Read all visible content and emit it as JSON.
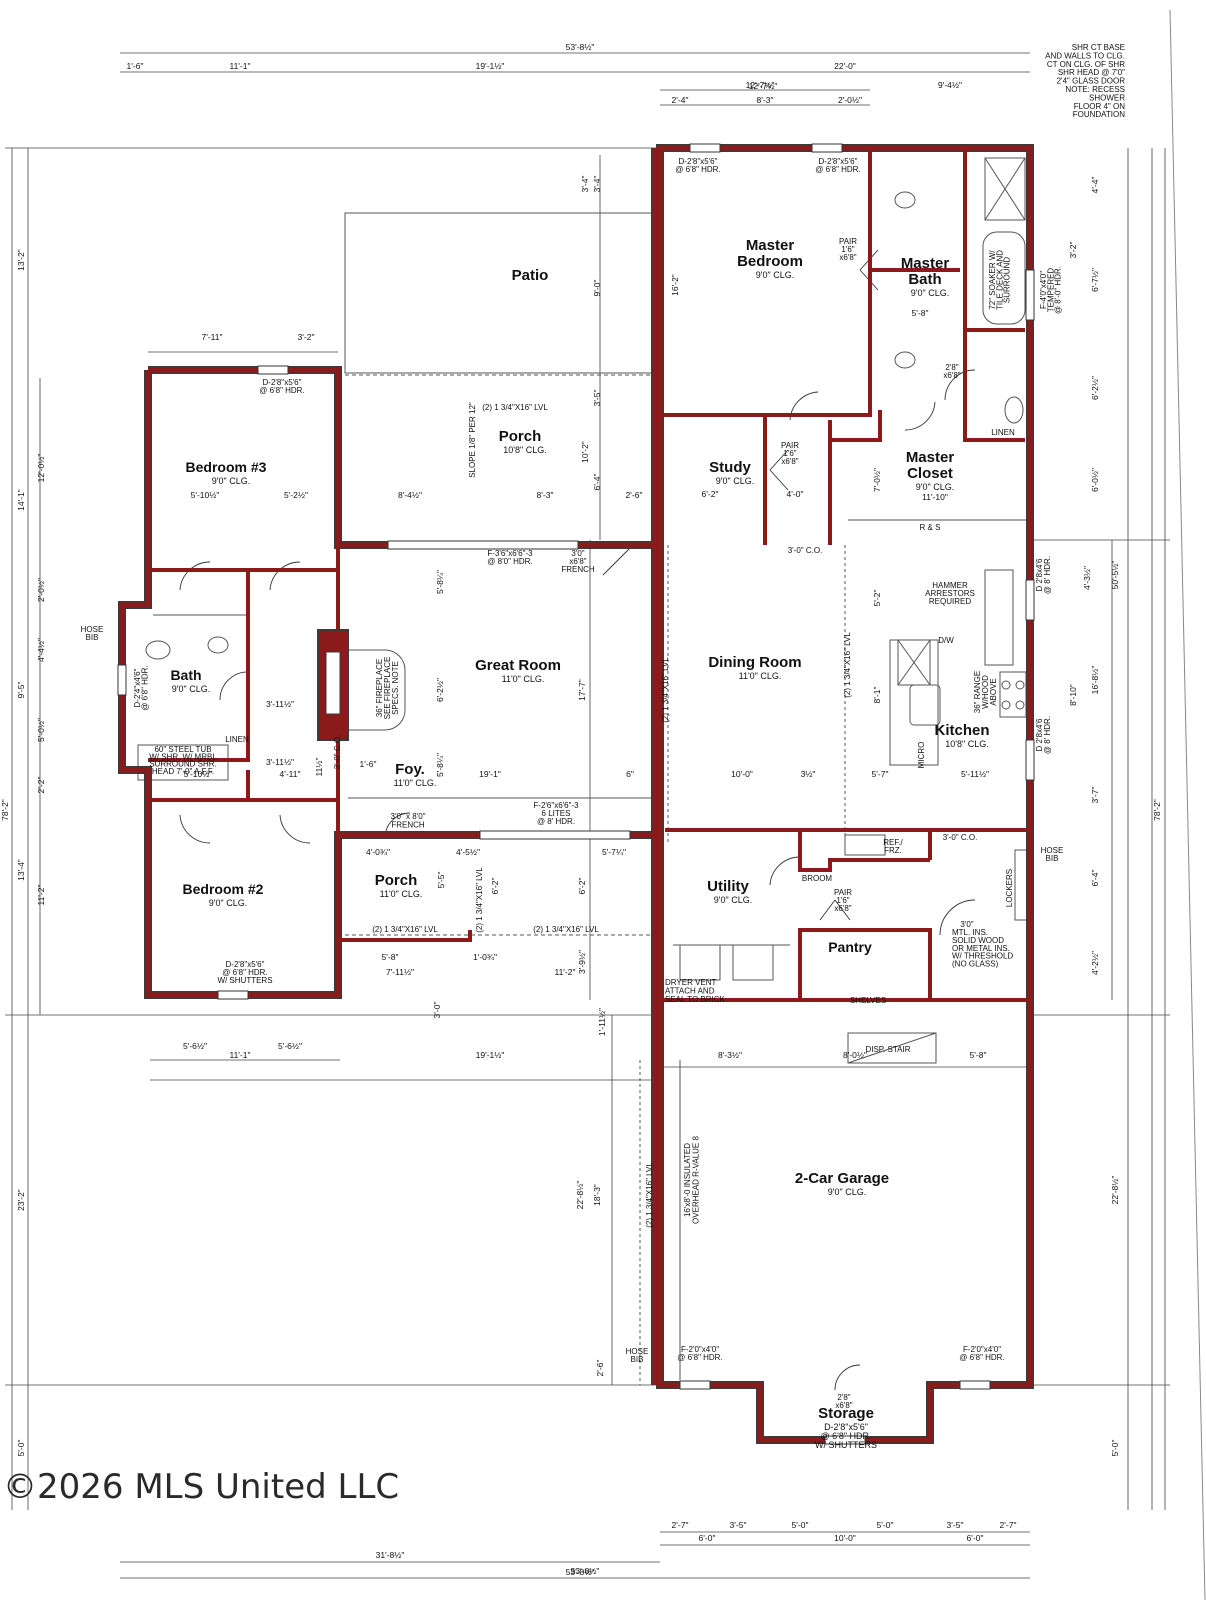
{
  "overall": {
    "width_top": "53'-8½\"",
    "width_bottom": "53'-8½\"",
    "depth_left": "78'-2\"",
    "depth_right": "78'-2\""
  },
  "dims_top": [
    "1'-6\"",
    "11'-1\"",
    "19'-1½\"",
    "22'-0\"",
    "12'-7½\"",
    "9'-4½\"",
    "2'-4\"",
    "8'-3\"",
    "2'-0½\"",
    "7'-11\"",
    "3'-2\""
  ],
  "dims_bottom": [
    "2'-7\"",
    "3'-5\"",
    "5'-0\"",
    "5'-0\"",
    "3'-5\"",
    "2'-7\"",
    "6'-0\"",
    "10'-0\"",
    "6'-0\"",
    "31'-8½\"",
    "53'-8½\""
  ],
  "dims_left": [
    "13'-2\"",
    "14'-1\"",
    "12'-0½\"",
    "2'-0½\"",
    "4'-4½\"",
    "9'-5\"",
    "5'-0½\"",
    "2'-2\"",
    "13'-4\"",
    "11'-2\"",
    "23'-2\"",
    "5'-0\""
  ],
  "dims_right": [
    "4'-4\"",
    "3'-2\"",
    "6'-7½\"",
    "6'-2½\"",
    "6'-0½\"",
    "50'-5½\"",
    "4'-3½\"",
    "16'-8½\"",
    "8'-10\"",
    "3'-7\"",
    "6'-4\"",
    "4'-2½\"",
    "22'-8½\"",
    "5'-0\""
  ],
  "dims_inner": [
    "5'-10½\"",
    "5'-2½\"",
    "8'-4½\"",
    "8'-3\"",
    "2'-6\"",
    "16'-2\"",
    "9'-0\"",
    "3'-4\"",
    "3'-4\"",
    "3'-5\"",
    "10'-2\"",
    "6'-4\"",
    "5'-8¼\"",
    "6'-2½\"",
    "5'-8¼\"",
    "17'-7\"",
    "19'-1\"",
    "6\"",
    "10'-0\"",
    "3½\"",
    "5'-7\"",
    "5'-11½\"",
    "5'-10½\"",
    "4'-11\"",
    "3'-11½\"",
    "3'-11½\"",
    "11½\"",
    "1'-6\"",
    "4'-0¾\"",
    "4'-5½\"",
    "5'-7¼\"",
    "5'-5\"",
    "6'-2\"",
    "6'-2\"",
    "5'-8\"",
    "7'-11½\"",
    "1'-0¾\"",
    "11'-2\"",
    "3'-9½\"",
    "1'-11½\"",
    "3'-0\"",
    "5'-6½\"",
    "5'-6½\"",
    "11'-1\"",
    "19'-1½\"",
    "8'-3½\"",
    "8'-0½\"",
    "5'-8\"",
    "18'-3\"",
    "22'-8½\"",
    "2'-6\"",
    "12'-7½\"",
    "5'-8\"",
    "6'-2\"",
    "4'-0\"",
    "11'-10\"",
    "7'-0½\"",
    "8'-1\"",
    "5'-2\""
  ],
  "rooms": [
    {
      "name": "Master\nBedroom",
      "clg": "9'0\" CLG."
    },
    {
      "name": "Master\nBath",
      "clg": "9'0\" CLG."
    },
    {
      "name": "Patio",
      "clg": ""
    },
    {
      "name": "Porch",
      "clg": "10'8\" CLG."
    },
    {
      "name": "Study",
      "clg": "9'0\" CLG."
    },
    {
      "name": "Master\nCloset",
      "clg": "9'0\" CLG."
    },
    {
      "name": "Bedroom #3",
      "clg": "9'0\" CLG."
    },
    {
      "name": "Great Room",
      "clg": "11'0\" CLG."
    },
    {
      "name": "Dining Room",
      "clg": "11'0\" CLG."
    },
    {
      "name": "Kitchen",
      "clg": "10'8\" CLG."
    },
    {
      "name": "Bath",
      "clg": "9'0\" CLG."
    },
    {
      "name": "Foy.",
      "clg": "11'0\" CLG."
    },
    {
      "name": "Bedroom #2",
      "clg": "9'0\" CLG."
    },
    {
      "name": "Porch",
      "clg": "11'0\" CLG."
    },
    {
      "name": "Utility",
      "clg": "9'0\" CLG."
    },
    {
      "name": "Pantry",
      "clg": ""
    },
    {
      "name": "2-Car Garage",
      "clg": "9'0\" CLG."
    },
    {
      "name": "Storage",
      "clg": "D-2'8\"x5'6\"\n@ 6'8\" HDR.\nW/ SHUTTERS"
    }
  ],
  "notes": {
    "shower": "SHR CT BASE\nAND WALLS TO CLG.\nCT ON CLG. OF SHR\nSHR HEAD @ 7'0\"\n2'4\" GLASS DOOR\nNOTE: RECESS\nSHOWER\nFLOOR 4\" ON\nFOUNDATION",
    "hammer": "HAMMER\nARRESTORS\nREQUIRED",
    "fireplace": "36\" FIREPLACE\nSEE FIREPLACE\nSPECS. NOTE",
    "soaker": "72\" SOAKER W/\nTILE DECK AND\nSURROUND",
    "range": "36\" RANGE\nW/HOOD\nABOVE",
    "tub": "60\" STEEL TUB\nW/ SHR. W/ MRBL\nSURROUND SHR.\nHEAD 7'-0\" A.F.F.",
    "dryer": "DRYER VENT\nATTACH AND\nSEAL TO BRICK",
    "mtl": "MTL. INS.\nSOLID WOOD\nOR METAL INS.\nW/ THRESHOLD\n(NO GLASS)",
    "garage_door": "16'x8'-0 INSULATED\nOVERHEAD R-VALUE 8",
    "lvl_garage": "(2) 1 3/4\"X16\" LVL",
    "slope": "SLOPE 1/8\" PER 12\"",
    "lvl_porch": "(2) 1 3/4\"X16\" LVL",
    "lvl_dining": "(2) 1 3/4\"X16\" LVL",
    "lvl_front1": "(2) 1 3/4\"X16\" LVL",
    "lvl_front2": "(2) 1 3/4\"X16\" LVL",
    "lvl_front3": "(2) 1 3/4\"X16\" LVL",
    "lvl_kitchen": "(2) 1 3/4\"X16\" LVL",
    "door_patio": "F-3'6\"x6'6\"-3\n@ 8'0\" HDR.",
    "door_french": "3'0\"\nx6'8\"\nFRENCH",
    "door_front": "F-2'6\"x6'6\"-3\n6 LITES\n@ 8' HDR.",
    "door_foy": "3'0\" x 8'0\"\nFRENCH",
    "hose1": "HOSE\nBIB",
    "hose2": "HOSE\nBIB",
    "hose3": "HOSE\nBIB",
    "d_mb1": "D-2'8\"x5'6\"\n@ 6'8\" HDR.",
    "d_mb2": "D-2'8\"x5'6\"\n@ 6'8\" HDR.",
    "d_b3": "D-2'8\"x5'6\"\n@ 6'8\" HDR.",
    "d_b2": "D-2'8\"x5'6\"\n@ 6'8\" HDR.\nW/ SHUTTERS",
    "d_bath": "D-2'4\"x4'6\"\n@ 6'8\" HDR.",
    "d_k1": "D 2'8x4'6\n@ 8' HDR.",
    "d_k2": "D 2'8x4'6\n@ 8' HDR.",
    "d_mbath": "F-4'0\"x4'0\"\nTEMPERED\n@ 8'-0\" HDR.",
    "f_g1": "F-2'0\"x4'0\"\n@ 6'8\" HDR.",
    "f_g2": "F-2'0\"x4'0\"\n@ 6'8\" HDR.",
    "pair_mb": "PAIR\n1'6\"\nx6'8\"",
    "pair_study": "PAIR\n1'6\"\nx6'8\"",
    "pair_pantry": "PAIR\n1'6\"\nx6'8\"",
    "d28_1": "2'8\"\nx6'8\"",
    "rs": "R & S",
    "co1": "3'-0\" C.O.",
    "co2": "3'-0\" C.O.",
    "co3": "3'-0\" C.O.",
    "linen1": "LINEN",
    "linen2": "LINEN",
    "dw": "D/W",
    "micro": "MICRO",
    "ref": "REF./\nFRZ.",
    "broom": "BROOM",
    "lockers": "LOCKERS",
    "shelves": "SHELVES",
    "disp": "DISP. STAIR",
    "stor_door": "2'8\"\nx6'8\"",
    "chim": "3'0\""
  },
  "watermark": "©2026 MLS United LLC"
}
